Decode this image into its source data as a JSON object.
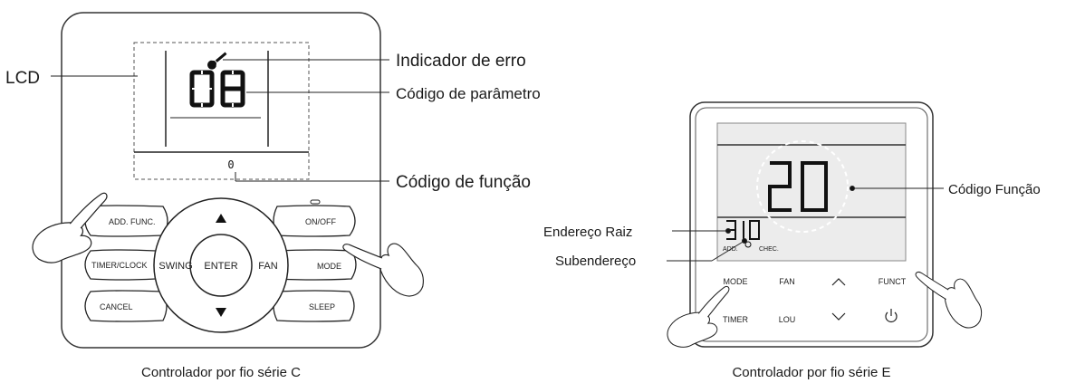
{
  "series_c": {
    "caption": "Controlador por fio série C",
    "callouts": {
      "lcd": "LCD",
      "error_indicator": "Indicador de erro",
      "parameter_code": "Código de parâmetro",
      "function_code": "Código de função"
    },
    "lcd": {
      "parameter_digits": "08",
      "function_digit": "0",
      "error_icon": "wrench-icon"
    },
    "buttons": {
      "add_func": "ADD. FUNC.",
      "timer_clock": "TIMER/CLOCK",
      "cancel": "CANCEL",
      "swing": "SWING",
      "enter": "ENTER",
      "fan": "FAN",
      "on_off": "ON/OFF",
      "mode": "MODE",
      "sleep": "SLEEP"
    },
    "arrows": [
      "arrow-up-icon",
      "arrow-down-icon"
    ]
  },
  "series_e": {
    "caption": "Controlador por fio série E",
    "callouts": {
      "function_code": "Código Função",
      "root_address": "Endereço Raiz",
      "sub_address": "Subendereço"
    },
    "lcd": {
      "big_digits": "20",
      "address_digits": "3",
      "sub_digits": "10",
      "add_label": "ADD.",
      "chec_label": "CHEC."
    },
    "buttons": {
      "mode": "MODE",
      "fan": "FAN",
      "funct": "FUNCT",
      "timer": "TIMER",
      "lou": "LOU"
    },
    "icons": [
      "chevron-up-icon",
      "chevron-down-icon",
      "power-icon"
    ]
  }
}
